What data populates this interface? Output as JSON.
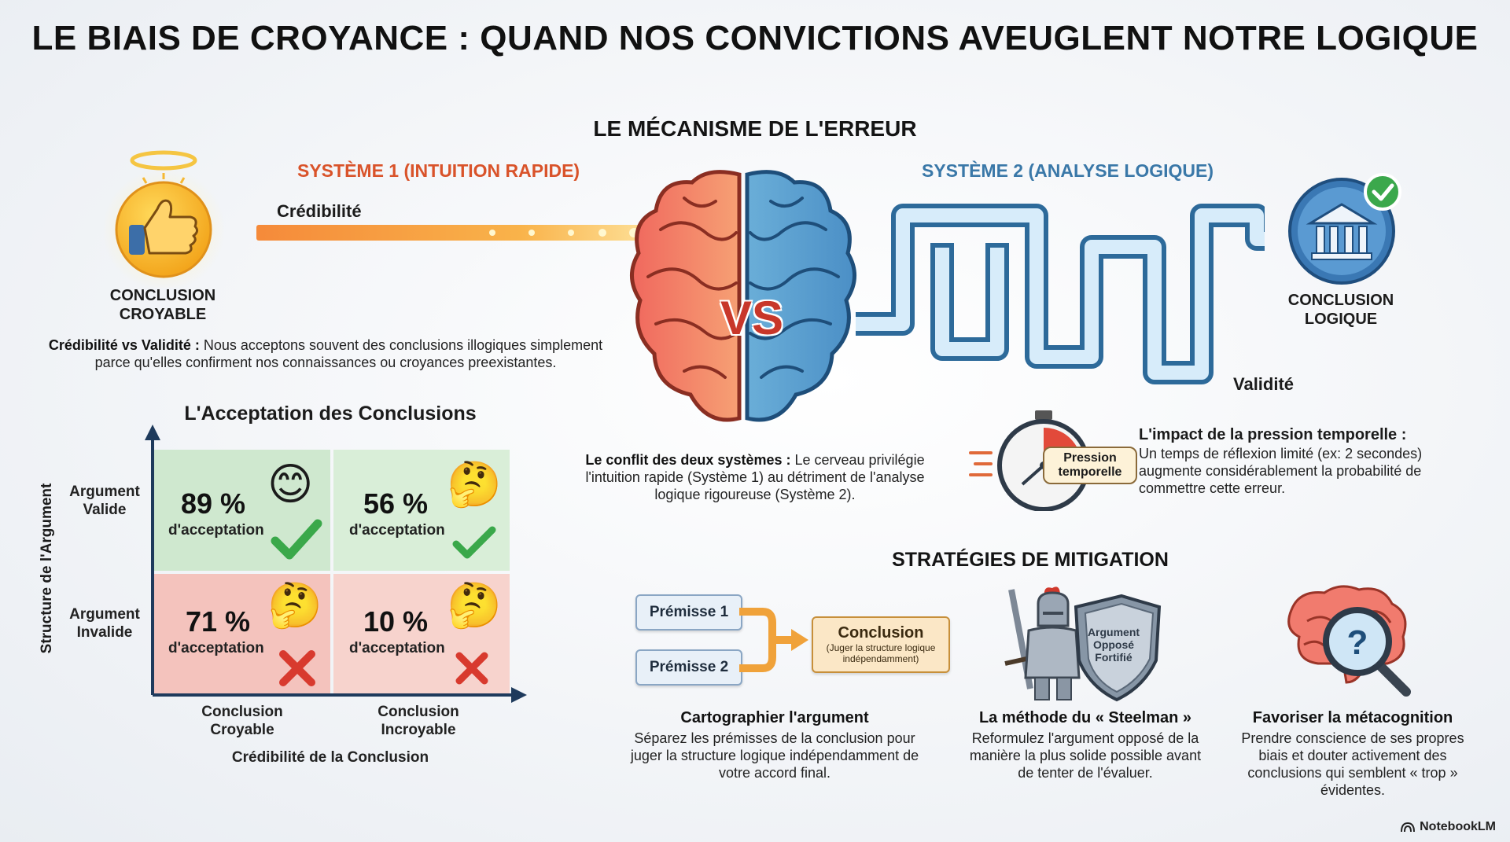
{
  "title": "LE BIAIS DE CROYANCE : QUAND NOS CONVICTIONS AVEUGLENT NOTRE LOGIQUE",
  "mechanism": {
    "heading": "LE MÉCANISME DE L'ERREUR",
    "system1_label": "SYSTÈME 1 (INTUITION RAPIDE)",
    "system2_label": "SYSTÈME 2 (ANALYSE LOGIQUE)",
    "credibility_label": "Crédibilité",
    "validity_label": "Validité",
    "vs_label": "VS",
    "believable_conclusion": "CONCLUSION\nCROYABLE",
    "logical_conclusion": "CONCLUSION\nLOGIQUE",
    "cred_vs_val_bold": "Crédibilité vs Validité :",
    "cred_vs_val_text": " Nous acceptons souvent des conclusions illogiques simplement parce qu'elles confirment nos connaissances ou croyances preexistantes.",
    "conflict_bold": "Le conflit des deux systèmes :",
    "conflict_text": " Le cerveau privilégie l'intuition rapide (Système 1) au détriment de l'analyse logique rigoureuse (Système 2).",
    "pressure_badge": "Pression\ntemporelle",
    "pressure_bold": "L'impact de la pression temporelle :",
    "pressure_text": "Un temps de réflexion limité (ex: 2 secondes) augmente considérablement la probabilité de commettre cette erreur."
  },
  "acceptance": {
    "heading": "L'Acceptation des Conclusions",
    "y_axis": "Structure de l'Argument",
    "x_axis": "Crédibilité de la Conclusion",
    "rows": [
      "Argument\nValide",
      "Argument\nInvalide"
    ],
    "cols": [
      "Conclusion\nCroyable",
      "Conclusion\nIncroyable"
    ],
    "cells": [
      {
        "pct": "89 %",
        "sub": "d'acceptation",
        "emoji": "😊",
        "mark": "check"
      },
      {
        "pct": "56 %",
        "sub": "d'acceptation",
        "emoji": "🤔",
        "mark": "check"
      },
      {
        "pct": "71 %",
        "sub": "d'acceptation",
        "emoji": "🤔",
        "mark": "cross"
      },
      {
        "pct": "10 %",
        "sub": "d'acceptation",
        "emoji": "🤔",
        "mark": "cross"
      }
    ]
  },
  "mitigation": {
    "heading": "STRATÉGIES DE MITIGATION",
    "premise1": "Prémisse 1",
    "premise2": "Prémisse 2",
    "conclusion": "Conclusion",
    "conclusion_sub": "(Juger la structure logique indépendamment)",
    "shield_text": "Argument\nOpposé\nFortifié",
    "strategies": [
      {
        "title": "Cartographier l'argument",
        "desc": "Séparez les prémisses de la conclusion pour juger la structure logique indépendamment de votre accord final."
      },
      {
        "title": "La méthode du « Steelman »",
        "desc": "Reformulez l'argument opposé de la manière la plus solide possible avant de tenter de l'évaluer."
      },
      {
        "title": "Favoriser la métacognition",
        "desc": "Prendre conscience de ses propres biais et douter activement des conclusions qui semblent « trop » évidentes."
      }
    ]
  },
  "footer": {
    "brand": "NotebookLM"
  },
  "colors": {
    "system1": "#d9532a",
    "system2": "#3a78a8",
    "valid_cell": "#cfe8cf",
    "invalid_cell": "#f4c3bd",
    "check": "#3aa84a",
    "cross": "#d83a2e"
  }
}
